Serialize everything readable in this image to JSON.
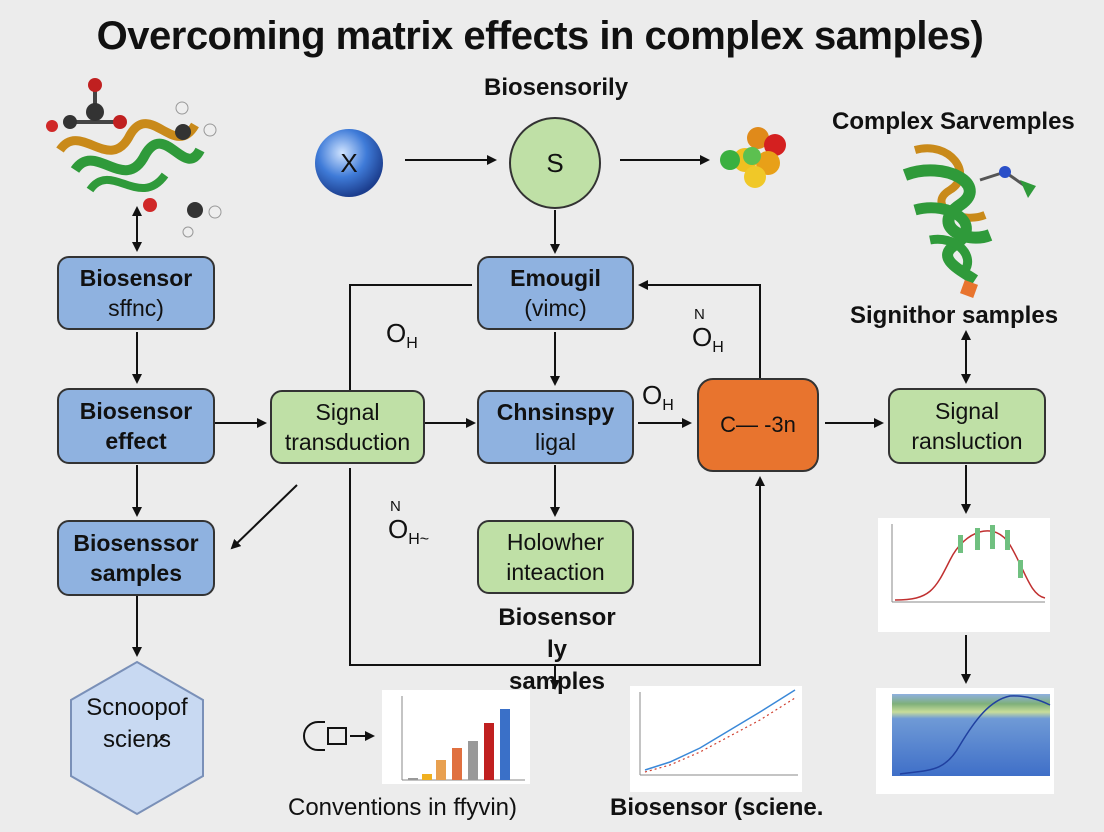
{
  "title": "Overcoming matrix effects in complex samples)",
  "labels": {
    "biosensorily": "Biosensorily",
    "complex_samples": "Complex Sarvemples",
    "signithor_samples": "Signithor samples",
    "biosensor_ly_samples_1": "Biosensor",
    "biosensor_ly_samples_2": "ly samples",
    "conventions": "Conventions in  ffyvin)",
    "biosensor_science": "Biosensor (sciene."
  },
  "nodes": {
    "x_sphere": "X",
    "s_circle": "S",
    "biosensor_sffnc_1": "Biosensor",
    "biosensor_sffnc_2": "sffnc)",
    "biosensor_effect_1": "Biosensor",
    "biosensor_effect_2": "effect",
    "biosensor_samples_1": "Biosenssor",
    "biosensor_samples_2": "samples",
    "signal_transduction_1": "Signal",
    "signal_transduction_2": "transduction",
    "emougil_1": "Emougil",
    "emougil_2": "(vimc)",
    "chnsinspy_1": "Chnsinspy",
    "chnsinspy_2": "ligal",
    "holowher_1": "Holowher",
    "holowher_2": "inteaction",
    "orange_node": "C— -3n",
    "signal_ransluction_1": "Signal",
    "signal_ransluction_2": "ransluction",
    "hexagon_1": "Scnoopof",
    "hexagon_2": "scien̷s"
  },
  "chem": {
    "oh_1": "O",
    "oh_1_sub": "H",
    "oh_2_sup": "N",
    "oh_2": "O",
    "oh_2_sub": "H",
    "oh_3": "O",
    "oh_3_sub": "H",
    "oh_4_sup": "N",
    "oh_4": "O",
    "oh_4_sub": "H~"
  },
  "colors": {
    "blue_box": "#8fb2e0",
    "green_box": "#bfe0a6",
    "orange_box": "#e8742e",
    "background": "#ececec"
  }
}
